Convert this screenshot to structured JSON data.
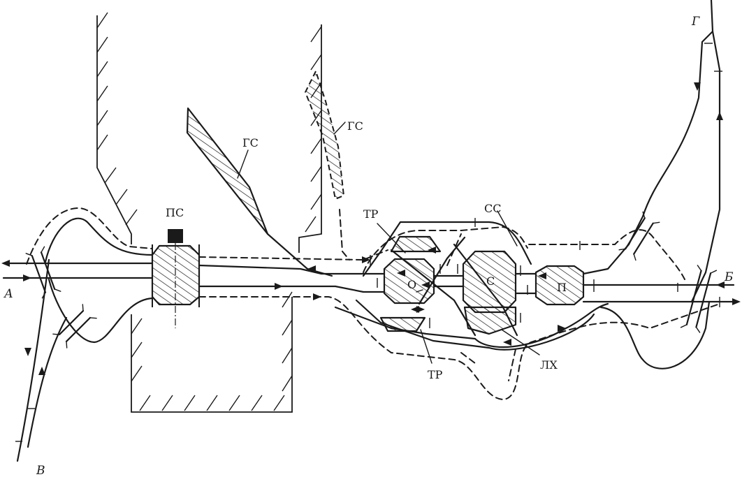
{
  "labels": {
    "gs_left": "ГС",
    "gs_right": "ГС",
    "ps": "ПС",
    "tr_top": "ТР",
    "tr_bottom": "ТР",
    "ss": "СС",
    "o": "О",
    "s": "С",
    "p": "П",
    "lh": "ЛХ",
    "dir_a": "А",
    "dir_b": "Б",
    "dir_v": "В",
    "dir_g": "Г"
  }
}
